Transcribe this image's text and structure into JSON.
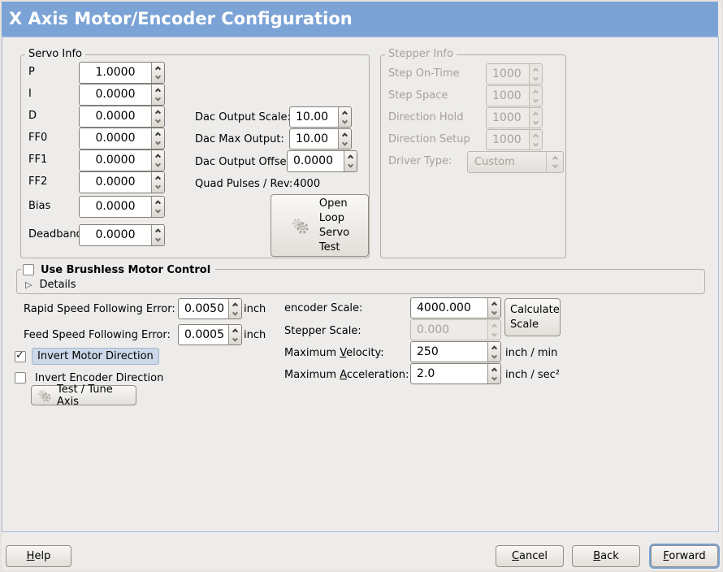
{
  "window": {
    "title": "X Axis Motor/Encoder Configuration"
  },
  "colors": {
    "titlebar": "#7ba3d6",
    "focus_ring": "#79a1d4",
    "selection_bg": "#ccd8e9"
  },
  "servo_info": {
    "title": "Servo Info",
    "fields": [
      {
        "label": "P",
        "value": "1.0000"
      },
      {
        "label": "I",
        "value": "0.0000"
      },
      {
        "label": "D",
        "value": "0.0000"
      },
      {
        "label": "FF0",
        "value": "0.0000"
      },
      {
        "label": "FF1",
        "value": "0.0000"
      },
      {
        "label": "FF2",
        "value": "0.0000"
      },
      {
        "label": "Bias",
        "value": "0.0000"
      },
      {
        "label": "Deadband",
        "value": "0.0000"
      }
    ]
  },
  "dac": {
    "output_scale": {
      "label": "Dac Output Scale:",
      "value": "10.00"
    },
    "max_output": {
      "label": "Dac Max Output:",
      "value": "10.00"
    },
    "output_offset": {
      "label": "Dac Output Offset:",
      "value": "0.0000"
    },
    "quad_pulses": {
      "label": "Quad Pulses / Rev:",
      "value": "4000"
    }
  },
  "open_loop_test_button": {
    "lines": [
      "Open",
      "Loop",
      "Servo",
      "Test"
    ]
  },
  "stepper_info": {
    "title": "Stepper Info",
    "fields": [
      {
        "label": "Step On-Time",
        "value": "1000"
      },
      {
        "label": "Step Space",
        "value": "1000"
      },
      {
        "label": "Direction Hold",
        "value": "1000"
      },
      {
        "label": "Direction Setup",
        "value": "1000"
      }
    ],
    "driver_type": {
      "label": "Driver Type:",
      "value": "Custom"
    }
  },
  "brushless": {
    "checkbox_label": "Use Brushless Motor Control",
    "checked": false,
    "details_label": "Details"
  },
  "following_error": {
    "rapid": {
      "label": "Rapid Speed Following Error:",
      "value": "0.0050",
      "unit": "inch"
    },
    "feed": {
      "label": "Feed Speed Following Error:",
      "value": "0.0005",
      "unit": "inch"
    }
  },
  "axis_options": {
    "invert_motor": {
      "label": "Invert Motor Direction",
      "checked": true
    },
    "invert_encoder": {
      "label": "Invert Encoder Direction",
      "checked": false
    },
    "test_tune_button": "Test / Tune Axis"
  },
  "scales": {
    "encoder": {
      "label": "encoder Scale:",
      "value": "4000.000"
    },
    "stepper": {
      "label": "Stepper Scale:",
      "value": "0.000"
    },
    "calculate_button": "Calculate Scale",
    "velocity": {
      "label_pre": "Maximum ",
      "label_mn": "V",
      "label_post": "elocity:",
      "value": "250",
      "unit": "inch / min"
    },
    "acceleration": {
      "label_pre": "Maximum ",
      "label_mn": "A",
      "label_post": "cceleration:",
      "value": "2.0",
      "unit": "inch / sec²"
    }
  },
  "actions": {
    "help": {
      "mn": "H",
      "rest": "elp"
    },
    "cancel": {
      "mn": "C",
      "rest": "ancel"
    },
    "back": {
      "mn": "B",
      "rest": "ack"
    },
    "forward": {
      "mn": "F",
      "rest": "orward"
    }
  }
}
